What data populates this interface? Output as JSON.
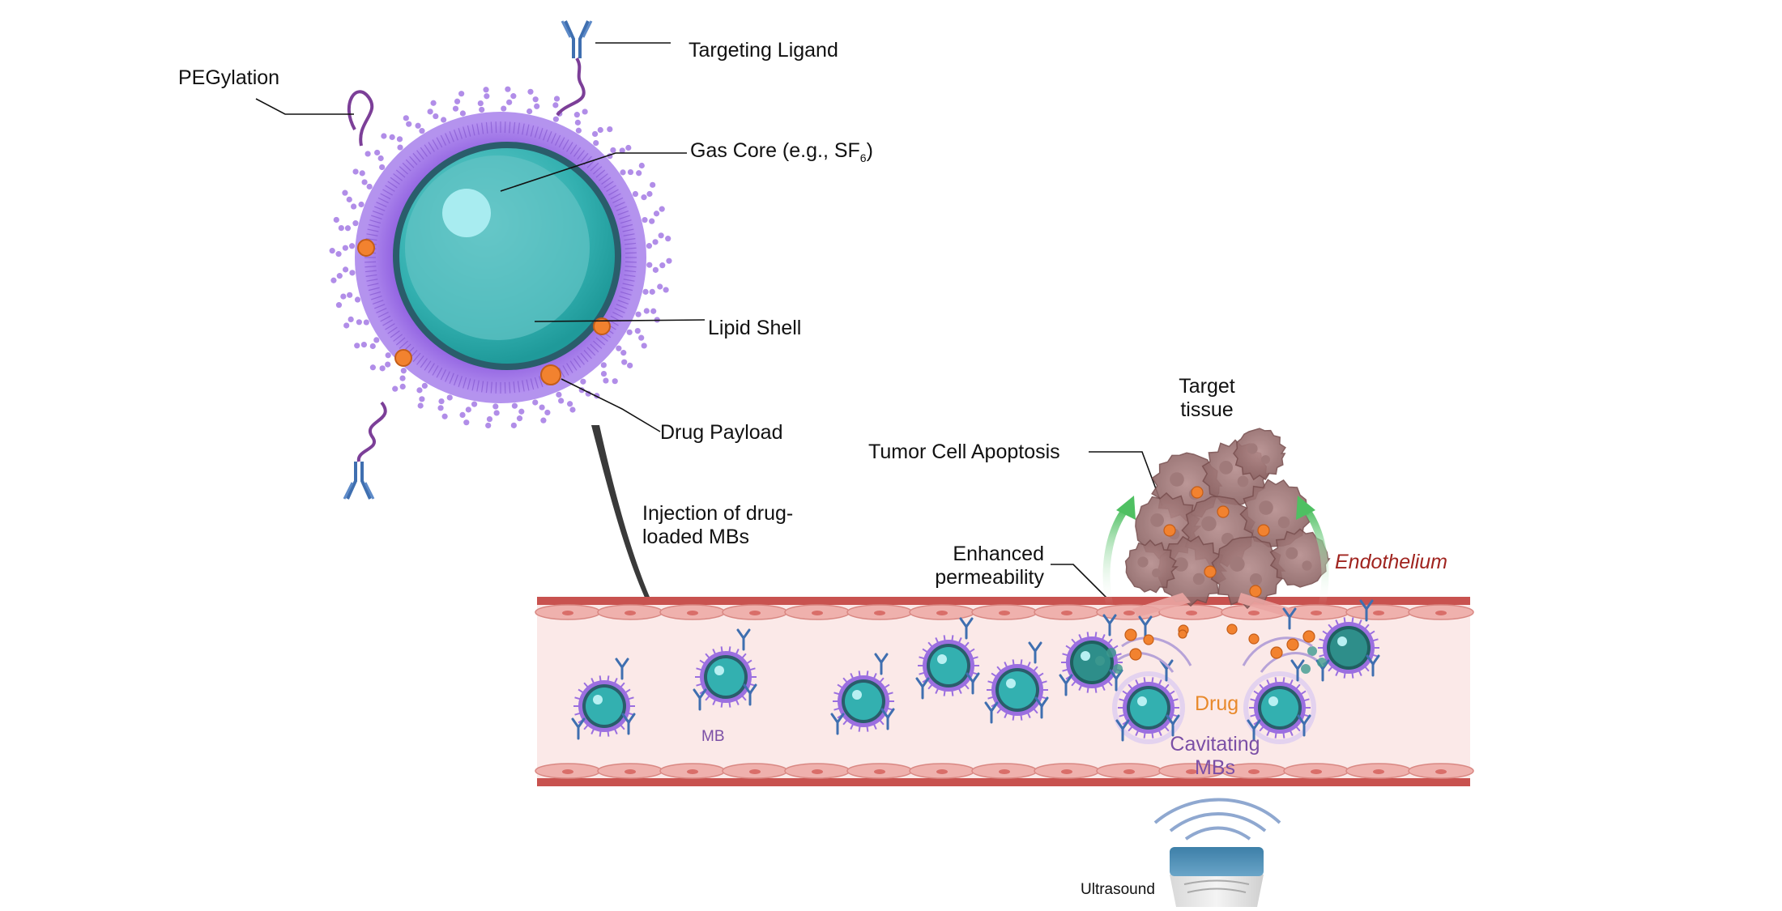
{
  "labels": {
    "targeting_ligand": "Targeting Ligand",
    "pegylation": "PEGylation",
    "gas_core": "Gas Core (e.g., SF",
    "gas_core_sub": "6",
    "gas_core_close": ")",
    "lipid_shell": "Lipid Shell",
    "drug_payload": "Drug Payload",
    "injection_line1": "Injection of drug-",
    "injection_line2": "loaded MBs",
    "target_line1": "Target",
    "target_line2": "tissue",
    "tumor_apoptosis": "Tumor Cell Apoptosis",
    "enhanced_line1": "Enhanced",
    "enhanced_line2": "permeability",
    "endothelium": "Endothelium",
    "mb": "MB",
    "drug": "Drug",
    "cavitating_line1": "Cavitating",
    "cavitating_line2": "MBs",
    "ultrasound": "Ultrasound"
  },
  "colors": {
    "lipid_purple": "#9b6fe0",
    "core_teal": "#29a9a9",
    "core_dark": "#2a5d6b",
    "drug_orange": "#f2822f",
    "vessel_wall": "#c8524f",
    "vessel_lumen": "#fbe9e8",
    "arrow_green": "#5cc46a",
    "antibody_blue": "#3f6fb0",
    "peg_purple": "#7c3f98"
  }
}
